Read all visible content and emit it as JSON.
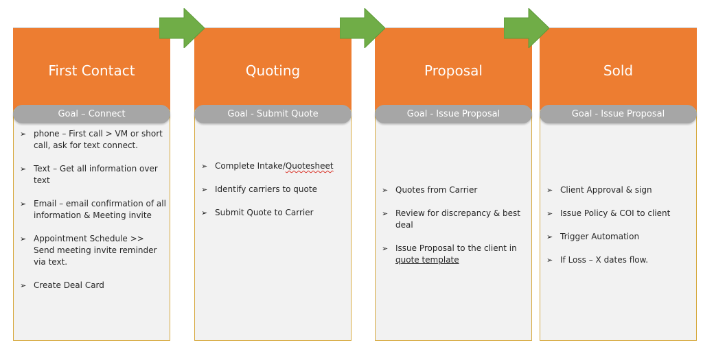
{
  "colors": {
    "header": "#ED7D31",
    "goal_pill": "#A6A6A6",
    "body": "#F2F2F2",
    "border": "#D6A83C",
    "arrow": "#70AD47"
  },
  "stages": [
    {
      "title": "First Contact",
      "goal": "Goal – Connect",
      "items": [
        "phone – First call > VM or short call, ask for text connect.",
        "Text – Get all information over text",
        "Email – email confirmation of all information & Meeting invite",
        "Appointment Schedule >> Send meeting invite reminder via text.",
        "Create Deal Card"
      ]
    },
    {
      "title": "Quoting",
      "goal": "Goal - Submit Quote",
      "items": [
        "Complete Intake/",
        "Quotesheet",
        "Identify carriers to quote",
        "Submit Quote to Carrier"
      ]
    },
    {
      "title": "Proposal",
      "goal": "Goal - Issue Proposal",
      "items": [
        "Quotes from Carrier",
        "Review for discrepancy & best deal",
        "Issue Proposal to the client in ",
        "quote template"
      ]
    },
    {
      "title": "Sold",
      "goal": "Goal - Issue Proposal",
      "items": [
        "Client Approval & sign",
        "Issue Policy & COI to client",
        "Trigger Automation",
        "If Loss – X dates flow."
      ]
    }
  ],
  "icons": {
    "bullet": "➢",
    "arrow": "right-arrow-icon"
  }
}
